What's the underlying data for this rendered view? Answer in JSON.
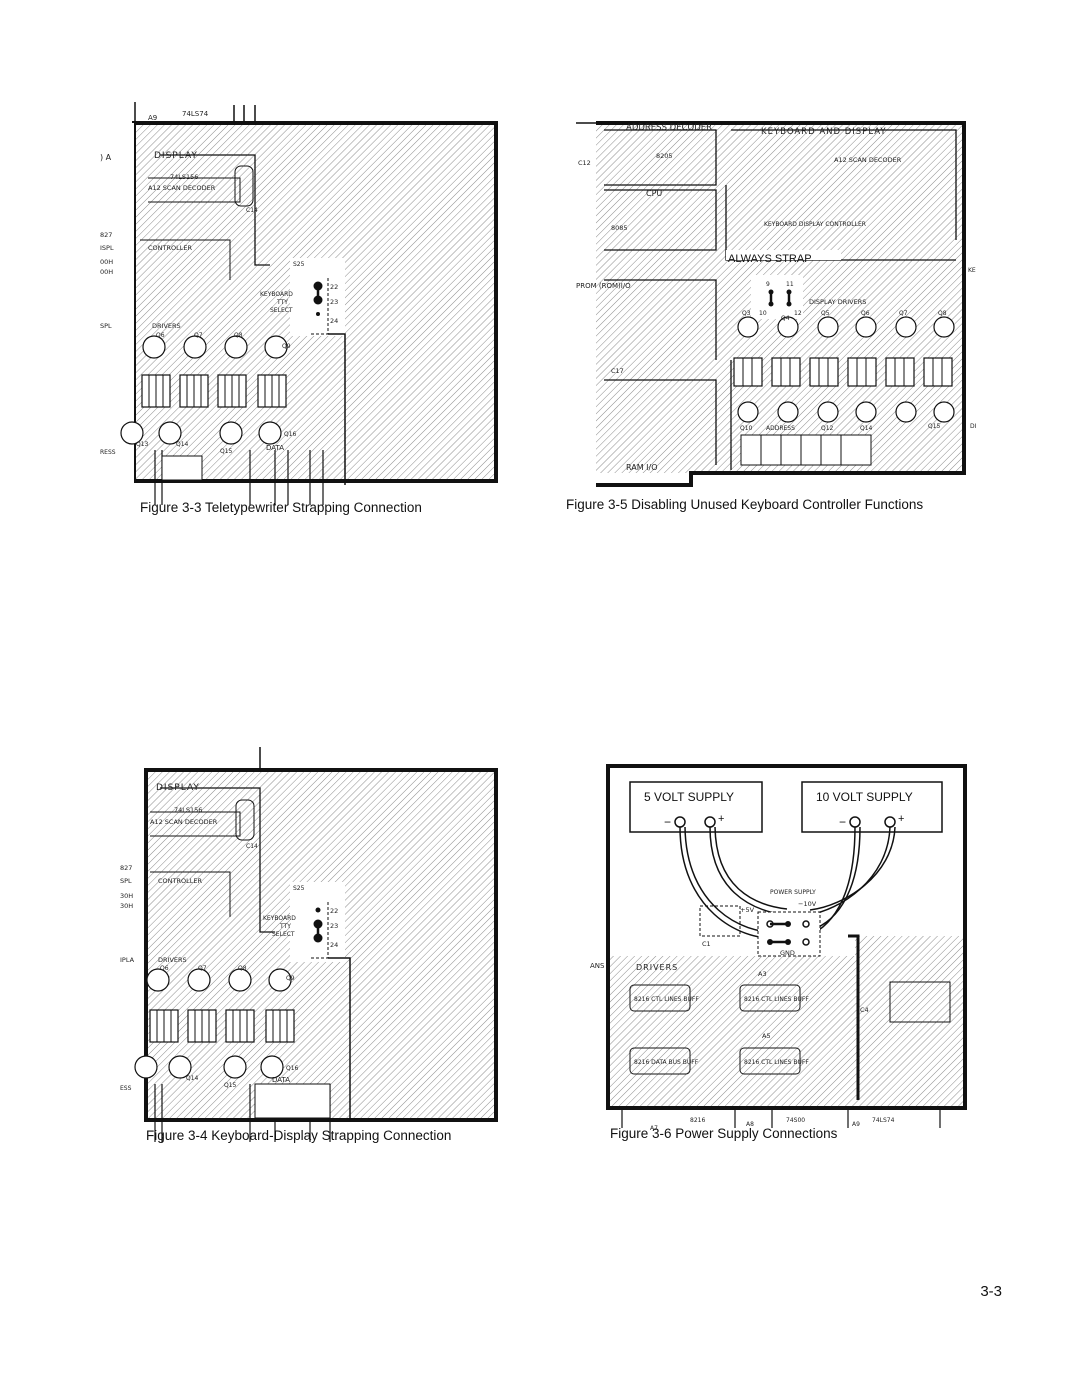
{
  "colors": {
    "ink": "#111111",
    "hatch": "#9a9a9a",
    "board_bg": "#d6d6d6"
  },
  "figures": {
    "fig33": {
      "caption": "Figure 3-3 Teletypewriter Strapping Connection",
      "labels": {
        "top_a9": "A9",
        "top_chip": "74LS74",
        "display": "DISPLAY",
        "scan_chip": "74LS156",
        "scan_decoder": "A12 SCAN DECODER",
        "controller": "CONTROLLER",
        "drivers": "DRIVERS",
        "s25": "S25",
        "kbd": "KEYBOARD",
        "tty": "TTY",
        "select": "SELECT",
        "p22": "22",
        "p23": "23",
        "p24": "24",
        "data": "DATA",
        "c14": "C14",
        "edge_827": "827",
        "edge_ispl": "ISPL",
        "edge_00h1": "00H",
        "edge_00h2": "00H",
        "edge_spl": "SPL",
        "edge_ress": "RESS",
        "edge_d": ") A",
        "q6": "Q6",
        "q7": "Q7",
        "q8": "Q8",
        "q9": "Q9",
        "q13": "Q13",
        "q14": "Q14",
        "q15": "Q15",
        "q16": "Q16"
      }
    },
    "fig34": {
      "caption": "Figure 3-4 Keyboard-Display Strapping Connection",
      "labels": {
        "display": "DISPLAY",
        "scan_chip": "74LS156",
        "scan_decoder": "A12 SCAN DECODER",
        "controller": "CONTROLLER",
        "drivers": "DRIVERS",
        "s25": "S25",
        "kbd": "KEYBOARD",
        "tty": "TTY",
        "select": "SELECT",
        "p22": "22",
        "p23": "23",
        "p24": "24",
        "data": "DATA",
        "c14": "C14",
        "edge_827": "827",
        "edge_spl": "SPL",
        "edge_30h1": "30H",
        "edge_30h2": "30H",
        "edge_ipl": "IPLA",
        "edge_ess": "ESS",
        "q6": "Q6",
        "q7": "Q7",
        "q8": "Q8",
        "q9": "Q9",
        "q14": "Q14",
        "q15": "Q15",
        "q16": "Q16"
      }
    },
    "fig35": {
      "caption": "Figure 3-5 Disabling Unused Keyboard Controller Functions",
      "labels": {
        "address_decoder": "ADDRESS DECODER",
        "keyboard_display": "KEYBOARD AND DISPLAY",
        "chip_8205": "8205",
        "cpu": "CPU",
        "chip_8085": "8085",
        "kdc": "KEYBOARD DISPLAY CONTROLLER",
        "always_strap": "ALWAYS STRAP",
        "rom": "PROM (ROM)I/O",
        "display_drivers": "DISPLAY DRIVERS",
        "c17": "C17",
        "ram": "RAM I/O",
        "address": "ADDRESS",
        "a12": "A12 SCAN DECODER",
        "c12": "C12",
        "p9": "9",
        "p10": "10",
        "p11": "11",
        "p12": "12",
        "q3": "Q3",
        "q4": "Q4",
        "q5": "Q5",
        "q6": "Q6",
        "q7": "Q7",
        "q8": "Q8",
        "q10": "Q10",
        "q12": "Q12",
        "q14": "Q14",
        "q15": "Q15",
        "edge_ke": "KE",
        "edge_di": "DI"
      }
    },
    "fig36": {
      "caption": "Figure 3-6 Power Supply Connections",
      "labels": {
        "supply5": "5 VOLT SUPPLY",
        "supply10": "10 VOLT SUPPLY",
        "minus": "−",
        "plus": "+",
        "power_supply": "POWER SUPPLY",
        "plus5v": "+5V",
        "minus10v": "−10V",
        "gnd": "GND",
        "c1": "C1",
        "drivers": "DRIVERS",
        "buf1": "8216 CTL LINES BUFF",
        "buf2": "8216 CTL LINES BUFF",
        "buf3": "8216 DATA BUS BUFF",
        "buf4": "8216 CTL LINES BUFF",
        "a3": "A3",
        "a5": "A5",
        "a7": "A7",
        "bot_8216": "8216",
        "bot_74500": "74S00",
        "bot_74ls74": "74LS74",
        "bot_a8": "A8",
        "bot_a9": "A9",
        "c4": "C4",
        "edge_ans": "ANS"
      }
    }
  },
  "page_number": "3-3"
}
